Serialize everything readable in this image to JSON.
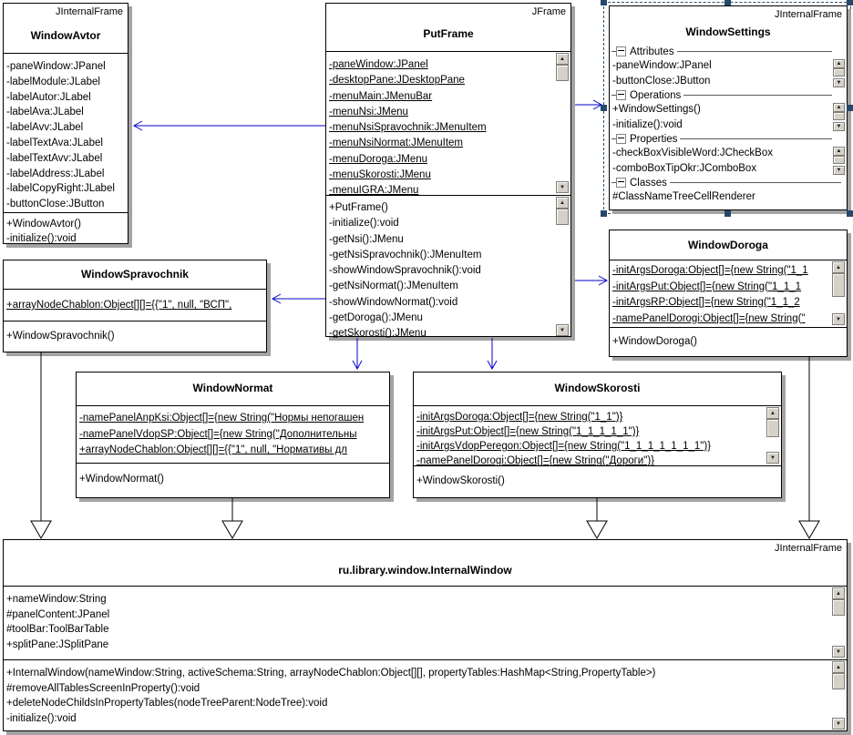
{
  "diagram": {
    "colors": {
      "dependency_arrow": "#0000cd",
      "generalization_arrow": "#000000",
      "selection": "#2b5270",
      "box_border": "#000000",
      "shadow": "#a3a3a3"
    },
    "relations": [
      {
        "from": "PutFrame",
        "to": "WindowAvtor",
        "type": "dependency"
      },
      {
        "from": "PutFrame",
        "to": "WindowSettings",
        "type": "dependency"
      },
      {
        "from": "PutFrame",
        "to": "WindowSpravochnik",
        "type": "dependency"
      },
      {
        "from": "PutFrame",
        "to": "WindowDoroga",
        "type": "dependency"
      },
      {
        "from": "PutFrame",
        "to": "WindowNormat",
        "type": "dependency"
      },
      {
        "from": "PutFrame",
        "to": "WindowSkorosti",
        "type": "dependency"
      },
      {
        "from": "WindowSpravochnik",
        "to": "ru.library.window.InternalWindow",
        "type": "generalization"
      },
      {
        "from": "WindowNormat",
        "to": "ru.library.window.InternalWindow",
        "type": "generalization"
      },
      {
        "from": "WindowSkorosti",
        "to": "ru.library.window.InternalWindow",
        "type": "generalization"
      },
      {
        "from": "WindowDoroga",
        "to": "ru.library.window.InternalWindow",
        "type": "generalization"
      }
    ]
  },
  "icons": {
    "scroll_up": "▲",
    "scroll_down": "▼"
  },
  "classes": {
    "window_avtor": {
      "stereotype": "JInternalFrame",
      "name": "WindowAvtor",
      "attributes": [
        "-paneWindow:JPanel",
        "-labelModule:JLabel",
        "-labelAutor:JLabel",
        "-labelAva:JLabel",
        "-labelAvv:JLabel",
        "-labelTextAva:JLabel",
        "-labelTextAvv:JLabel",
        "-labelAddress:JLabel",
        "-labelCopyRight:JLabel",
        "-buttonClose:JButton"
      ],
      "methods": [
        "+WindowAvtor()",
        "-initialize():void"
      ]
    },
    "put_frame": {
      "stereotype": "JFrame",
      "name": "PutFrame",
      "attributes": [
        "-paneWindow:JPanel",
        "-desktopPane:JDesktopPane",
        "-menuMain:JMenuBar",
        "-menuNsi:JMenu",
        "-menuNsiSpravochnik:JMenuItem",
        "-menuNsiNormat:JMenuItem",
        "-menuDoroga:JMenu",
        "-menuSkorosti:JMenu",
        "-menuIGRA:JMenu"
      ],
      "methods": [
        "+PutFrame()",
        "-initialize():void",
        "-getNsi():JMenu",
        "-getNsiSpravochnik():JMenuItem",
        "-showWindowSpravochnik():void",
        "-getNsiNormat():JMenuItem",
        "-showWindowNormat():void",
        "-getDoroga():JMenu",
        "-getSkorosti():JMenu"
      ]
    },
    "window_settings": {
      "stereotype": "JInternalFrame",
      "name": "WindowSettings",
      "groups": [
        {
          "label": "Attributes",
          "items": [
            "-paneWindow:JPanel",
            "-buttonClose:JButton"
          ]
        },
        {
          "label": "Operations",
          "items": [
            "+WindowSettings()",
            "-initialize():void"
          ]
        },
        {
          "label": "Properties",
          "items": [
            "-checkBoxVisibleWord:JCheckBox",
            "-comboBoxTipOkr:JComboBox"
          ]
        },
        {
          "label": "Classes",
          "items": [
            "#ClassNameTreeCellRenderer"
          ]
        }
      ]
    },
    "window_doroga": {
      "name": "WindowDoroga",
      "attributes": [
        "-initArgsDoroga:Object[]={new String(\"1_1",
        "-initArgsPut:Object[]={new String(\"1_1_1",
        "-initArgsRP:Object[]={new String(\"1_1_2",
        "-namePanelDorogi:Object[]={new String(\""
      ],
      "methods": [
        "+WindowDoroga()"
      ]
    },
    "window_spravochnik": {
      "name": "WindowSpravochnik",
      "attributes": [
        "+arrayNodeChablon:Object[][]={{\"1\", null, \"ВСП\","
      ],
      "methods": [
        "+WindowSpravochnik()"
      ]
    },
    "window_normat": {
      "name": "WindowNormat",
      "attributes": [
        "-namePanelAnpKsi:Object[]={new String(\"Нормы непогашен",
        "-namePanelVdopSP:Object[]={new String(\"Дополнительны",
        "+arrayNodeChablon:Object[][]={{\"1\", null, \"Нормативы дл"
      ],
      "methods": [
        "+WindowNormat()"
      ]
    },
    "window_skorosti": {
      "name": "WindowSkorosti",
      "attributes": [
        "-initArgsDoroga:Object[]={new String(\"1_1\")}",
        "-initArgsPut:Object[]={new String(\"1_1_1_1_1\")}",
        "-initArgsVdopPeregon:Object[]={new String(\"1_1_1_1_1_1_1\")}",
        "-namePanelDorogi:Object[]={new String(\"Дороги\")}"
      ],
      "methods": [
        "+WindowSkorosti()"
      ]
    },
    "internal_window": {
      "stereotype": "JInternalFrame",
      "name": "ru.library.window.InternalWindow",
      "attributes": [
        "+nameWindow:String",
        "#panelContent:JPanel",
        "#toolBar:ToolBarTable",
        "+splitPane:JSplitPane"
      ],
      "methods": [
        "+InternalWindow(nameWindow:String, activeSchema:String, arrayNodeChablon:Object[][], propertyTables:HashMap<String,PropertyTable>)",
        "#removeAllTablesScreenInProperty():void",
        "+deleteNodeChildsInPropertyTables(nodeTreeParent:NodeTree):void",
        "-initialize():void"
      ]
    }
  }
}
